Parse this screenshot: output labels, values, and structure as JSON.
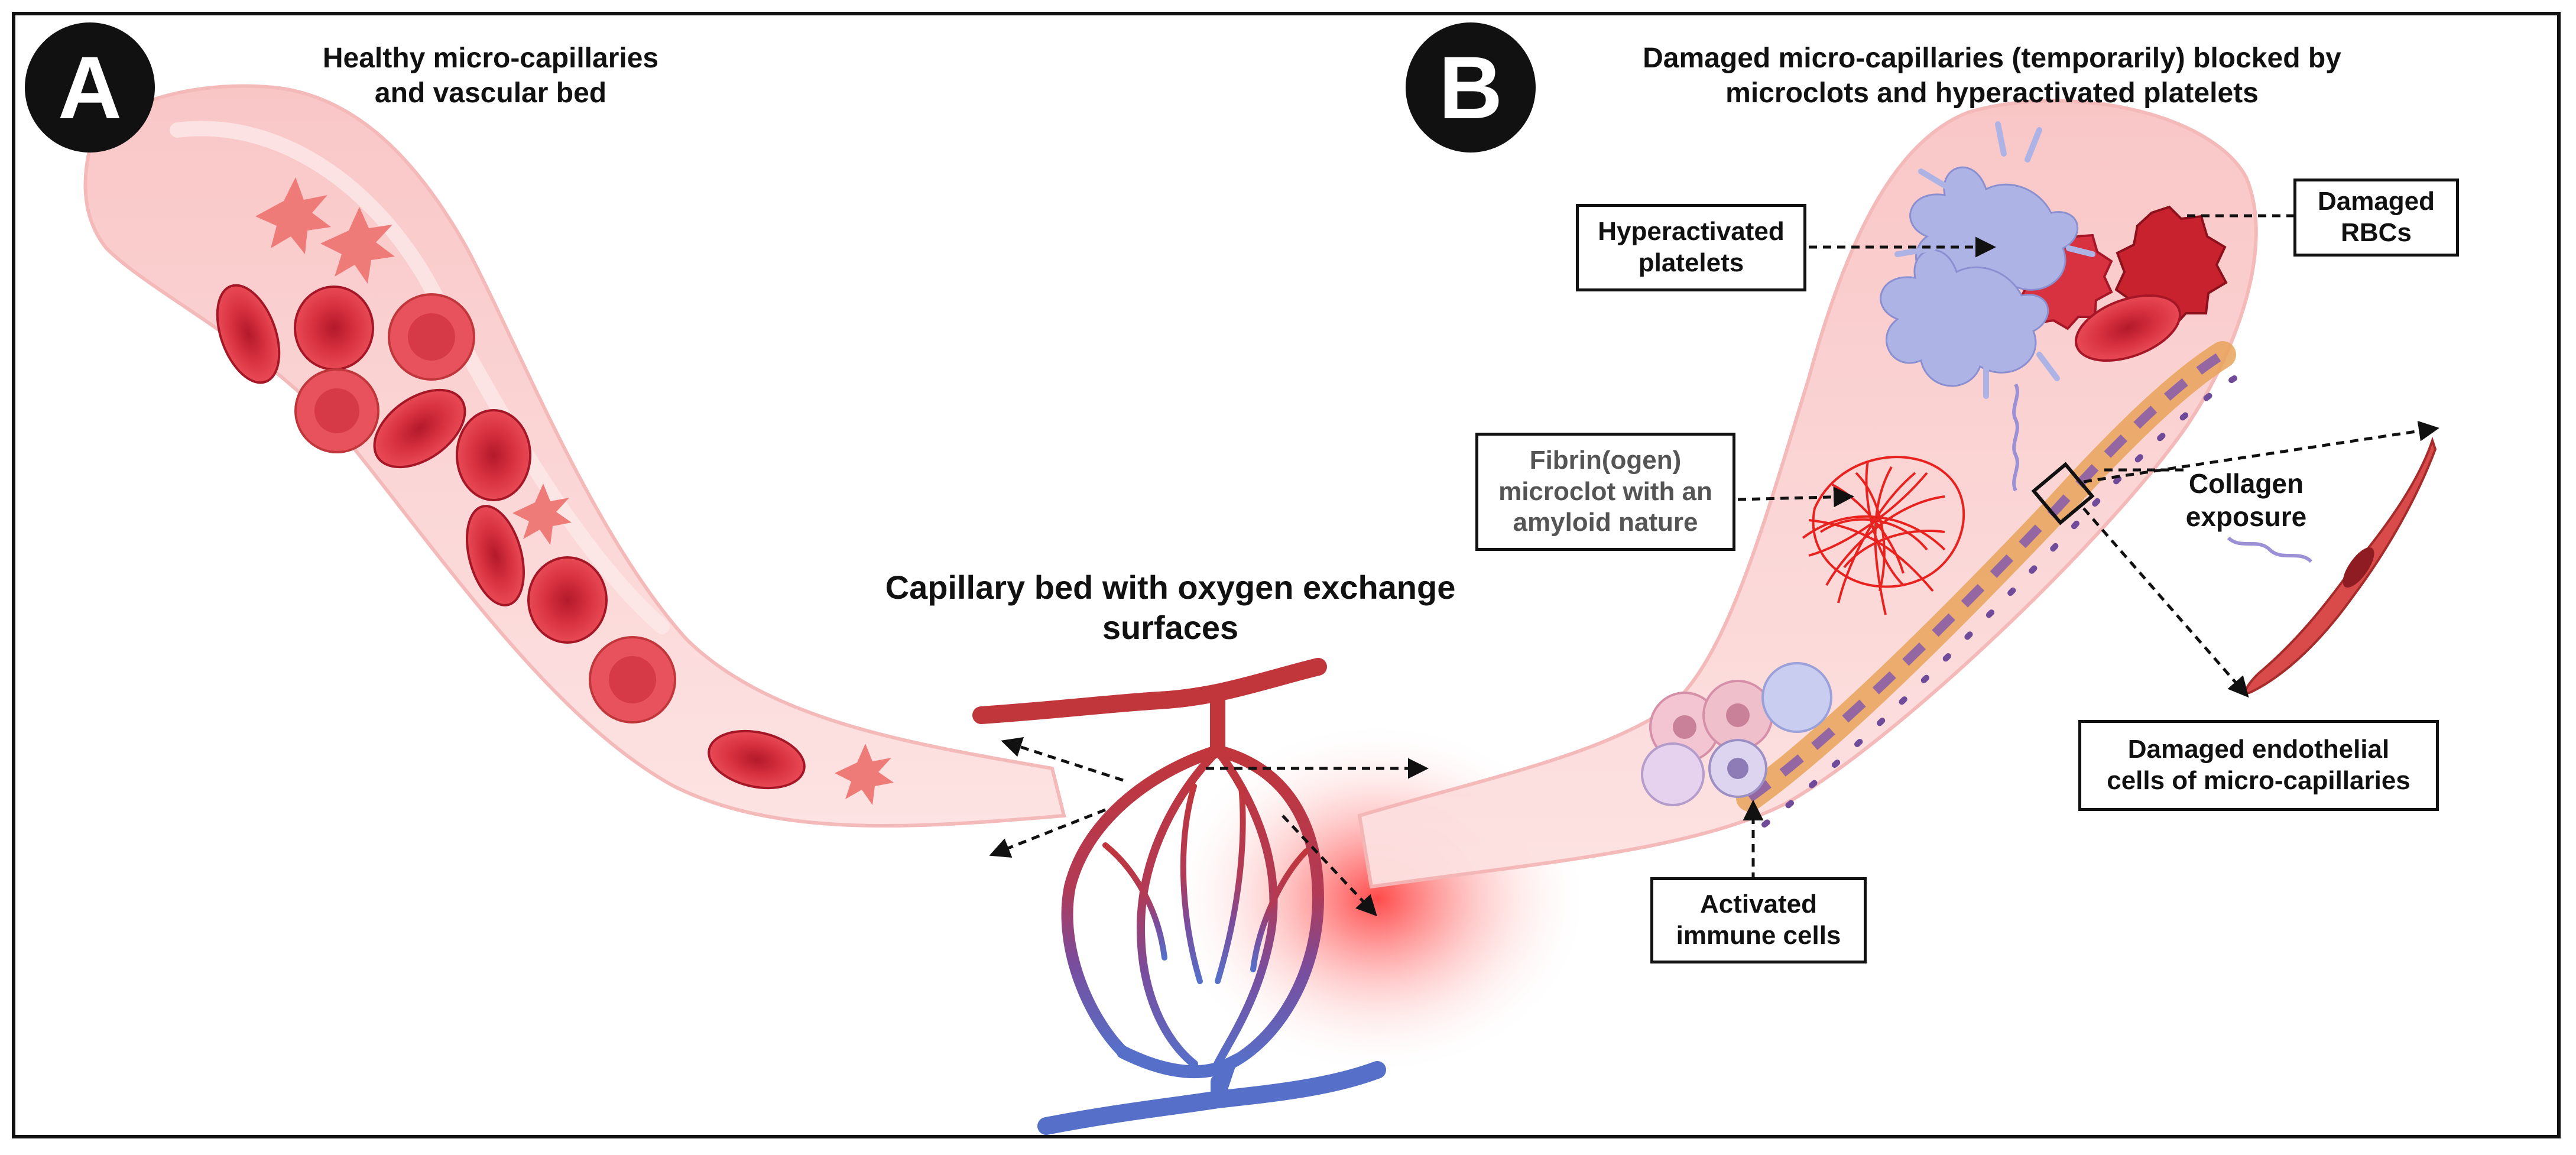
{
  "panels": {
    "a": {
      "badge": "A",
      "title": "Healthy micro-capillaries\nand vascular bed"
    },
    "b": {
      "badge": "B",
      "title": "Damaged micro-capillaries (temporarily) blocked by\nmicroclots and hyperactivated platelets"
    }
  },
  "center_title": "Capillary bed with oxygen exchange\nsurfaces",
  "callouts": {
    "hyperactivated_platelets": "Hyperactivated\nplatelets",
    "damaged_rbcs": "Damaged\nRBCs",
    "fibrin_microclot": "Fibrin(ogen)\nmicroclot with an\namyloid nature",
    "collagen_exposure": "Collagen\nexposure",
    "damaged_endothelial": "Damaged endothelial\ncells of micro-capillaries",
    "activated_immune": "Activated\nimmune cells"
  },
  "colors": {
    "vessel_fill": "#fbd3d3",
    "vessel_edge": "#f4b6b6",
    "rbc": "#d8313f",
    "rbc_dark": "#a51726",
    "platelet_healthy": "#ef7b78",
    "platelet_activated": "#aeb3e6",
    "fibrin": "#e8231f",
    "artery": "#c0363b",
    "vein": "#5670c9",
    "glow": "#ff3a3a"
  }
}
